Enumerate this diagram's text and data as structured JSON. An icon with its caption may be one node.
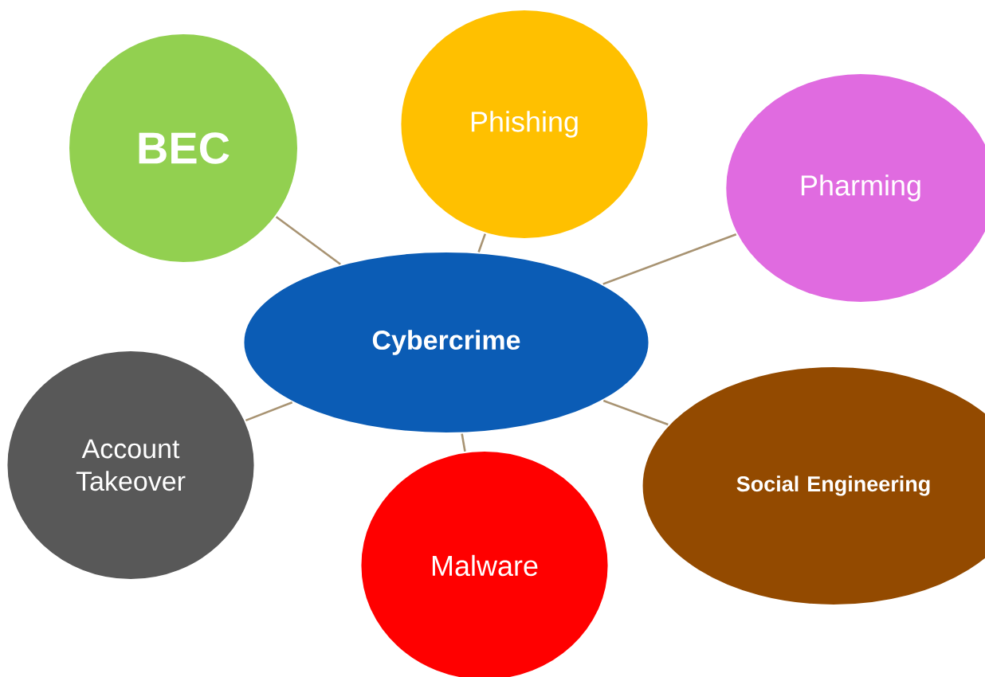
{
  "diagram": {
    "nodes": [
      {
        "text": [
          "BEC"
        ]
      },
      {
        "text": [
          "Phishing"
        ]
      },
      {
        "text": [
          "Pharming"
        ]
      },
      {
        "text": [
          "Cybercrime"
        ]
      },
      {
        "text": [
          "Account Takeover"
        ]
      },
      {
        "text": [
          "Social Engineering"
        ]
      },
      {
        "text": [
          "Malware"
        ]
      }
    ],
    "edges": [
      {
        "from": 3,
        "to": 0,
        "arrow": "none"
      },
      {
        "from": 3,
        "to": 1,
        "arrow": "none"
      },
      {
        "from": 3,
        "to": 2,
        "arrow": "none"
      },
      {
        "from": 3,
        "to": 4,
        "arrow": "none"
      },
      {
        "from": 3,
        "to": 5,
        "arrow": "none"
      },
      {
        "from": 3,
        "to": 6,
        "arrow": "none"
      }
    ]
  }
}
